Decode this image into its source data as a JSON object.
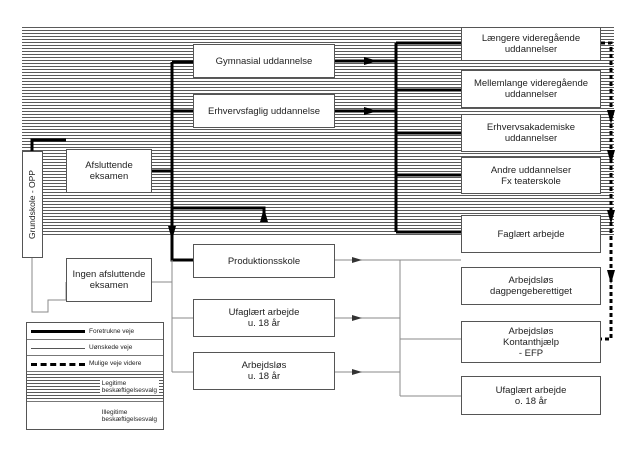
{
  "boxes": {
    "gymnasial": "Gymnasial uddannelse",
    "erhvervsfaglig": "Erhvervsfaglig uddannelse",
    "afsluttende": "Afsluttende\neksamen",
    "ingen_afsluttende": "Ingen afsluttende\neksamen",
    "grundskole": "Grundskole - OPP",
    "produktionsskole": "Produktionsskole",
    "ufaglaert_u18": "Ufaglært arbejde\nu. 18 år",
    "arbejdsloes_u18": "Arbejdsløs\nu. 18 år",
    "laengere": "Længere videregående\nuddannelser",
    "mellemlange": "Mellemlange videregående\nuddannelser",
    "erhvervsakademiske": "Erhvervsakademiske\nuddannelser",
    "andre": "Andre uddannelser\nFx teaterskole",
    "faglaert": "Faglært arbejde",
    "dagpenge": "Arbejdsløs\ndagpengeberettiget",
    "kontanthjaelp": "Arbejdsløs\nKontanthjælp\n- EFP",
    "ufaglaert_o18": "Ufaglært arbejde\no. 18 år"
  },
  "legend": {
    "foretrukne": "Foretrukne veje",
    "uoenskede": "Uønskede veje",
    "mulige": "Mulige veje videre",
    "legitime": "Legitime\nbeskæftigelsesvalg",
    "illegitime": "Illegitime\nbeskæftigelsesvalg"
  },
  "colors": {
    "stripe": "#5a5a5a",
    "line": "#000000",
    "thin_line": "#8a8a8a",
    "box_border": "#555555"
  }
}
